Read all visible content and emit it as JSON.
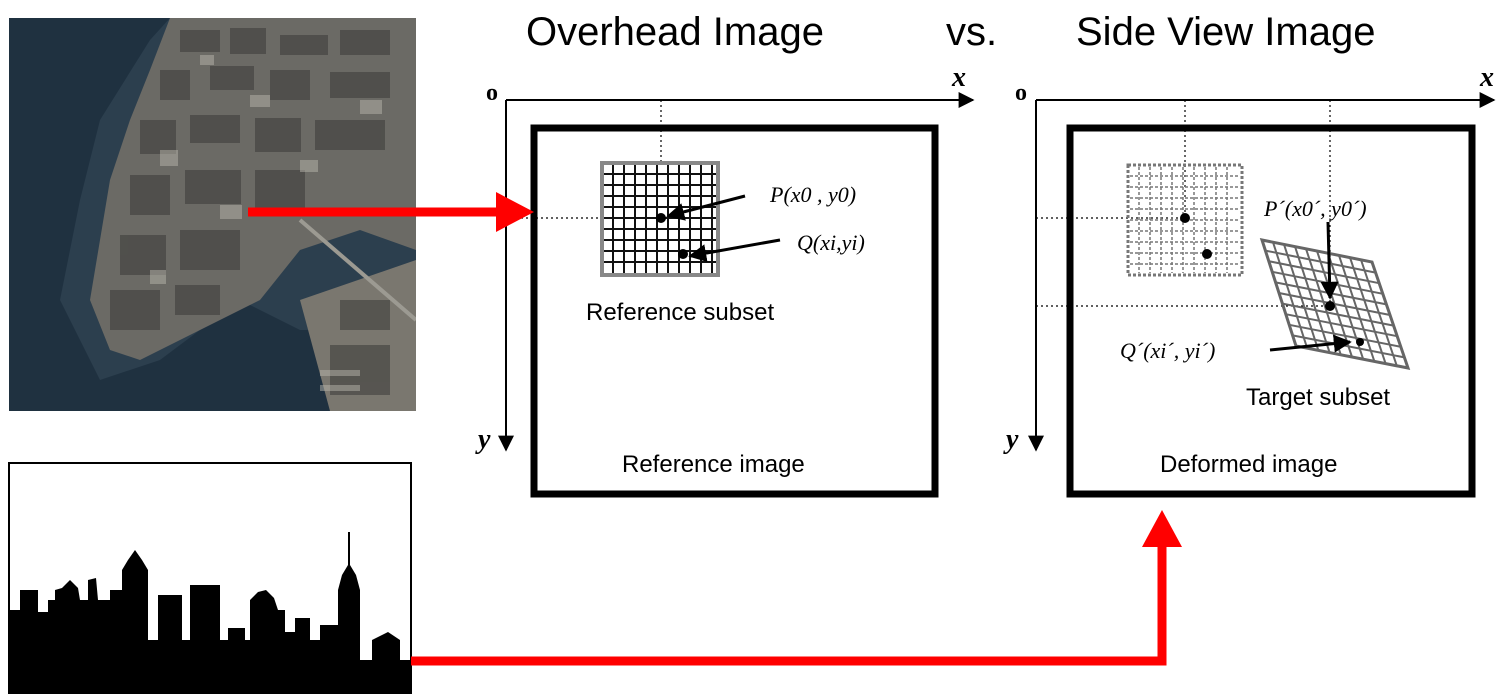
{
  "titles": {
    "left": "Overhead Image",
    "middle": "vs.",
    "right": "Side View Image"
  },
  "left_diagram": {
    "origin_label": "o",
    "x_axis_label": "x",
    "y_axis_label": "y",
    "point_p_label": "P(x0 , y0)",
    "point_q_label": "Q(xi,yi)",
    "subset_label": "Reference subset",
    "image_label": "Reference image"
  },
  "right_diagram": {
    "origin_label": "o",
    "x_axis_label": "x",
    "y_axis_label": "y",
    "point_p_label": "P´(x0´, y0´)",
    "point_q_label": "Q´(xi´, yi´)",
    "subset_label": "Target subset",
    "image_label": "Deformed image"
  },
  "colors": {
    "arrow": "#ff0000",
    "frame": "#000000",
    "grid_reference": "#222222",
    "grid_border": "#888888",
    "water": "#2c3f4e",
    "silhouette": "#000000"
  },
  "icons": {
    "aerial_photo": "aerial-city-photo",
    "skyline": "city-skyline-silhouette"
  }
}
